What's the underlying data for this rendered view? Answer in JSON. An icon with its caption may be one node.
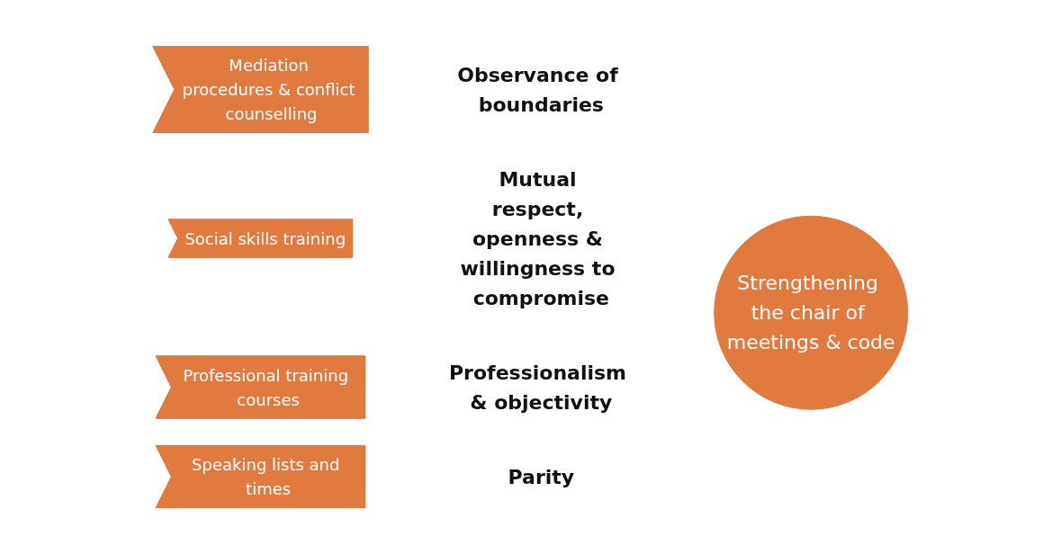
{
  "diagram": {
    "nodes": [
      {
        "text": [
          "Mediation procedures & conflict counselling"
        ]
      },
      {
        "text": [
          "Observance of boundaries"
        ]
      },
      {
        "text": [
          "Social skills training"
        ]
      },
      {
        "text": [
          "Mutual respect, openness & willingness to compromise"
        ]
      },
      {
        "text": [
          "Professional training courses"
        ]
      },
      {
        "text": [
          "Professionalism & objectivity"
        ]
      },
      {
        "text": [
          "Speaking lists and times"
        ]
      },
      {
        "text": [
          "Parity"
        ]
      },
      {
        "text": [
          "Strengthening the chair of meetings & code"
        ]
      }
    ]
  }
}
